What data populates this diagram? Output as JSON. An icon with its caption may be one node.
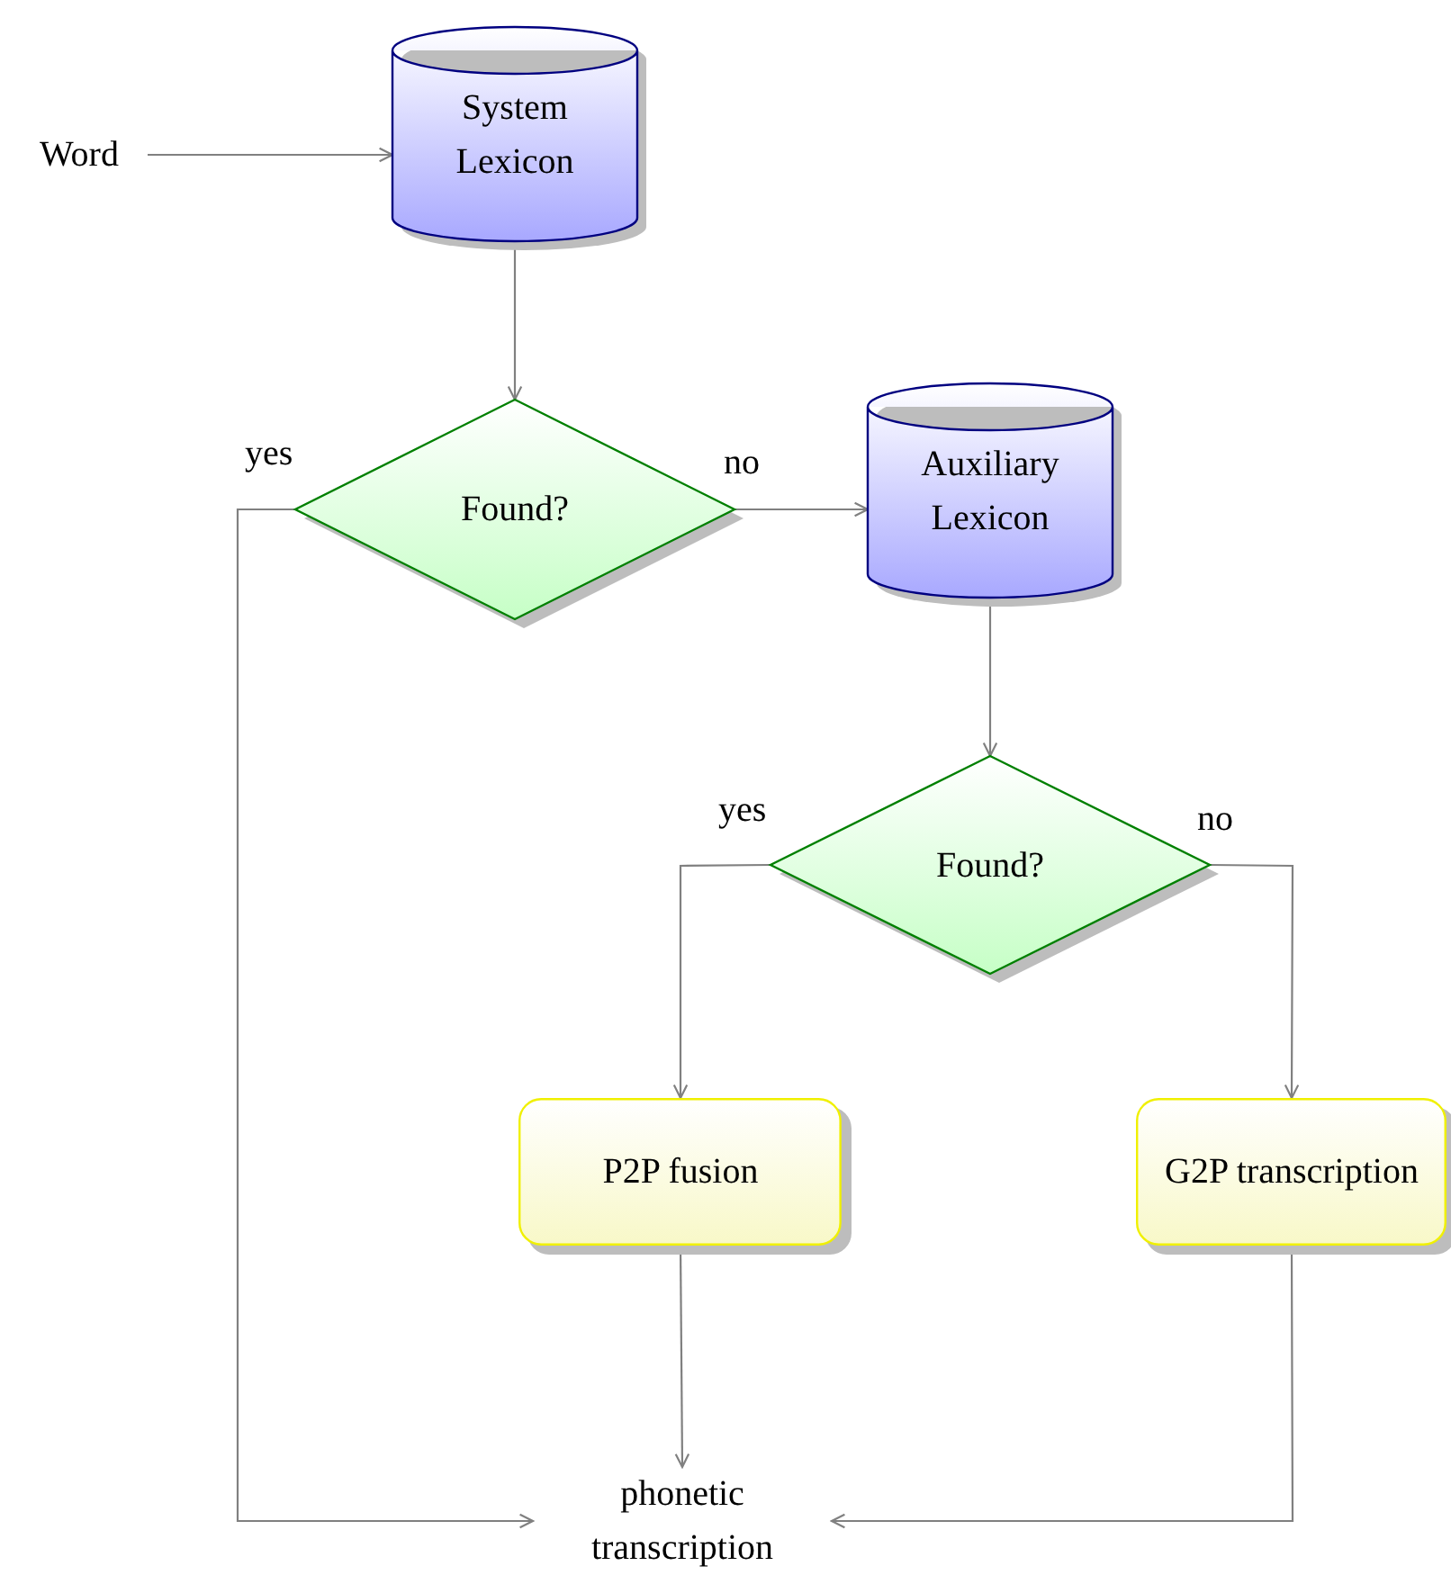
{
  "diagram": {
    "nodes": [
      {
        "text": [
          "Word"
        ]
      },
      {
        "text": [
          "System Lexicon"
        ]
      },
      {
        "text": [
          "Found?"
        ]
      },
      {
        "text": [
          "Auxiliary Lexicon"
        ]
      },
      {
        "text": [
          "Found?"
        ]
      },
      {
        "text": [
          "P2P fusion"
        ]
      },
      {
        "text": [
          "G2P transcription"
        ]
      },
      {
        "text": [
          "phonetic transcription"
        ]
      }
    ],
    "edges": [
      {
        "from": 0,
        "to": 1,
        "arrow": "to"
      },
      {
        "from": 1,
        "to": 2,
        "arrow": "to"
      },
      {
        "from": 2,
        "to": 3,
        "arrow": "to",
        "label": "no"
      },
      {
        "from": 2,
        "to": 7,
        "arrow": "to",
        "label": "yes"
      },
      {
        "from": 3,
        "to": 4,
        "arrow": "to"
      },
      {
        "from": 4,
        "to": 5,
        "arrow": "to",
        "label": "yes"
      },
      {
        "from": 4,
        "to": 6,
        "arrow": "to",
        "label": "no"
      },
      {
        "from": 5,
        "to": 7,
        "arrow": "to"
      },
      {
        "from": 6,
        "to": 7,
        "arrow": "to"
      }
    ]
  }
}
